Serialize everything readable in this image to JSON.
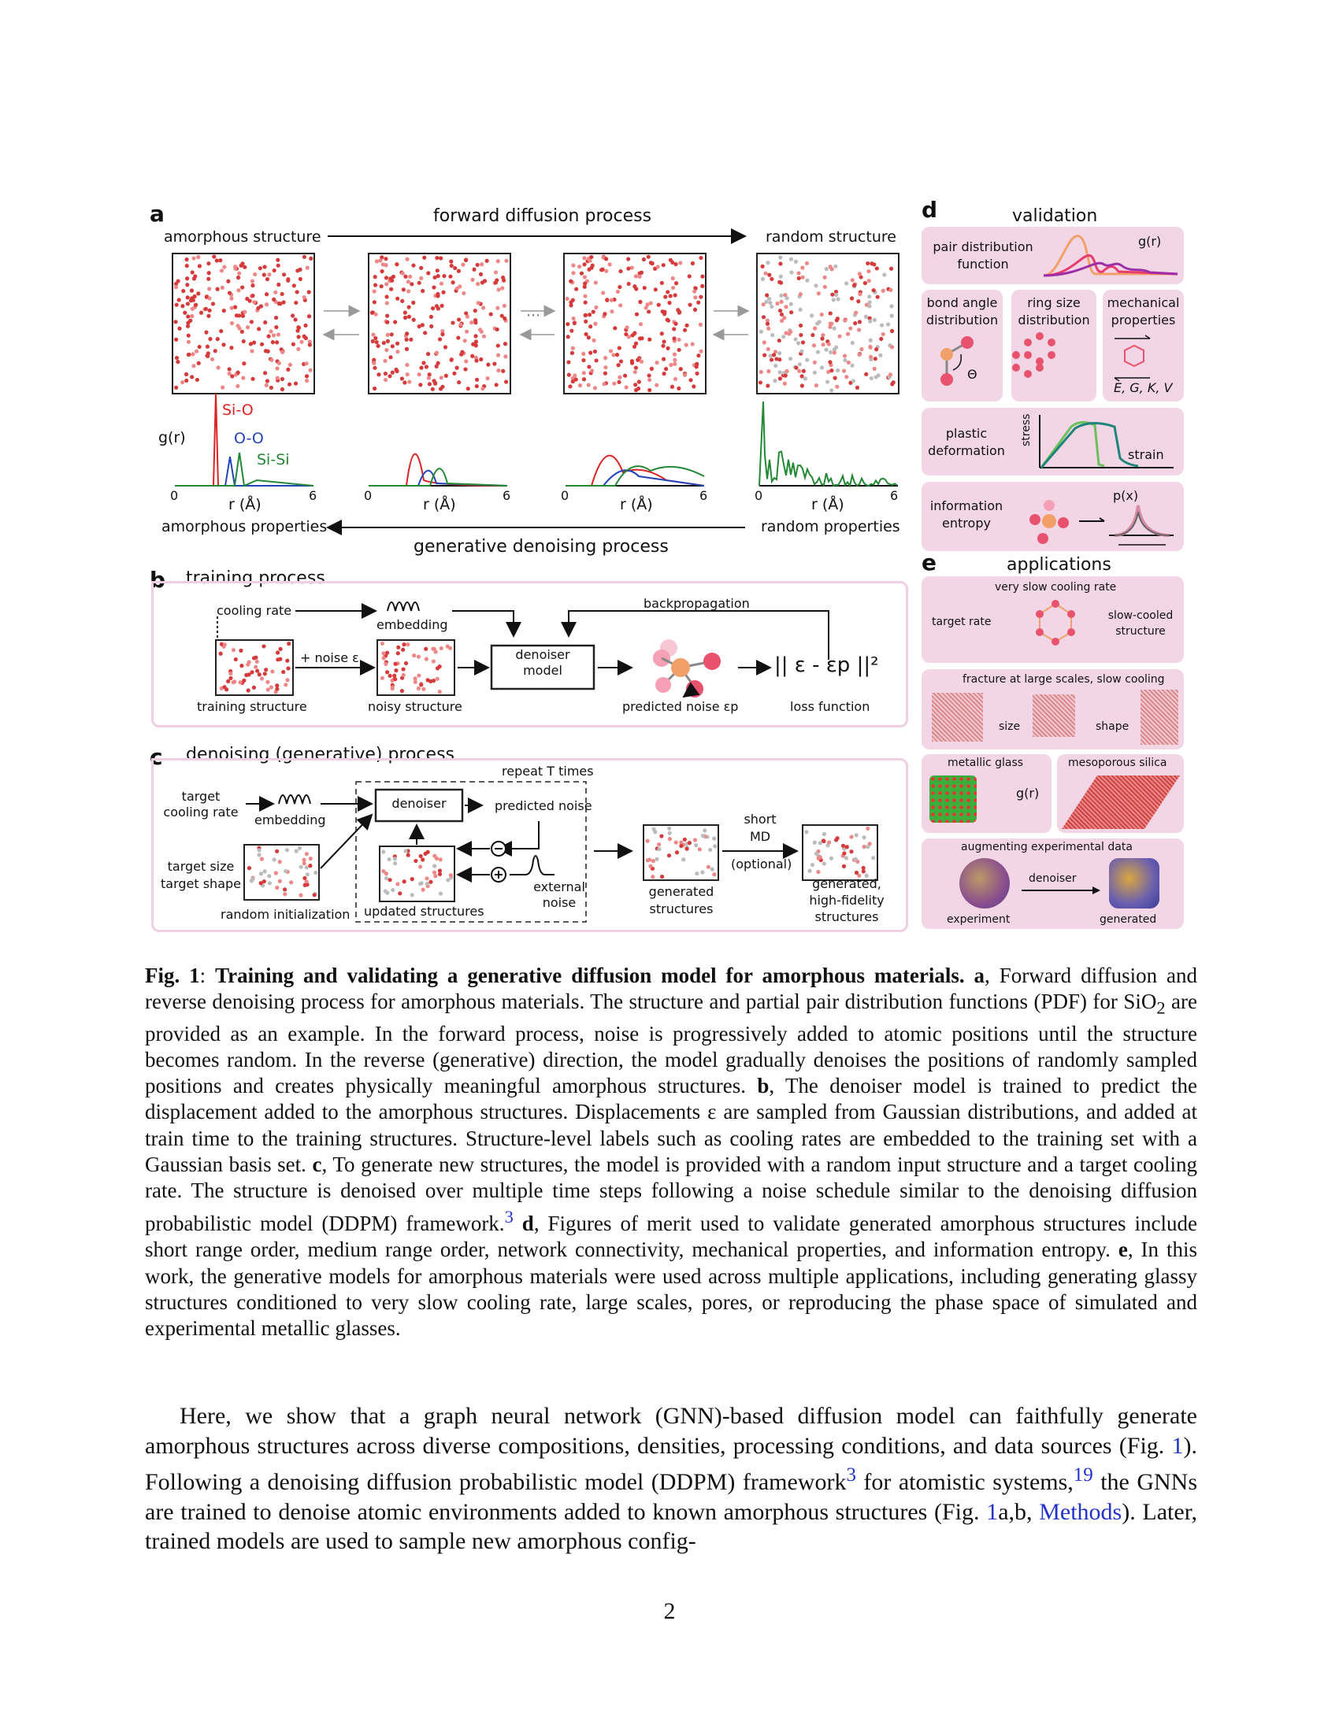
{
  "figure": {
    "panel_a": {
      "letter": "a",
      "forward_label": "forward diffusion process",
      "amorphous_structure": "amorphous structure",
      "random_structure": "random structure",
      "ellipsis": "···",
      "gr_label": "g(r)",
      "si_o": "Si-O",
      "o_o": "O-O",
      "si_si": "Si-Si",
      "xaxis_label": "r (Å)",
      "xmin": "0",
      "xmax": "6",
      "amorphous_properties": "amorphous properties",
      "random_properties": "random properties",
      "reverse_label": "generative denoising process"
    },
    "panel_b": {
      "letter": "b",
      "title": "training process",
      "cooling_rate": "cooling rate",
      "embedding": "embedding",
      "backpropagation": "backpropagation",
      "plus_noise": "+ noise ε",
      "denoiser_model": "denoiser\nmodel",
      "loss_expr": "|| ε - εp ||²",
      "training_structure": "training structure",
      "noisy_structure": "noisy structure",
      "predicted_noise": "predicted noise εp",
      "loss_function": "loss function"
    },
    "panel_c": {
      "letter": "c",
      "title": "denoising (generative) process",
      "repeat": "repeat T times",
      "target_cooling": "target\ncooling rate",
      "embedding": "embedding",
      "denoiser": "denoiser",
      "predicted_noise": "predicted noise",
      "target_size_shape": "target size\ntarget shape",
      "random_init": "random initialization",
      "updated": "updated structures",
      "external_noise": "external\nnoise",
      "generated_structures": "generated\nstructures",
      "short_md": "short\nMD",
      "optional": "(optional)",
      "generated_hf": "generated,\nhigh-fidelity\nstructures"
    },
    "panel_d": {
      "letter": "d",
      "title": "validation",
      "pdf": "pair distribution\nfunction",
      "gr": "g(r)",
      "bond_angle": "bond angle\ndistribution",
      "theta": "Θ",
      "ring_size": "ring size\ndistribution",
      "mechanical": "mechanical\nproperties",
      "moduli": "E, G, K, V",
      "plastic": "plastic\ndeformation",
      "stress": "stress",
      "strain": "strain",
      "info_entropy": "information\nentropy",
      "px": "p(x)"
    },
    "panel_e": {
      "letter": "e",
      "title": "applications",
      "very_slow": "very slow cooling rate",
      "target_rate": "target rate",
      "slow_cooled": "slow-cooled\nstructure",
      "fracture": "fracture at large scales, slow cooling",
      "size": "size",
      "shape": "shape",
      "metallic_glass": "metallic glass",
      "gr": "g(r)",
      "mesoporous": "mesoporous silica",
      "augmenting": "augmenting experimental data",
      "denoiser": "denoiser",
      "experiment": "experiment",
      "generated": "generated"
    }
  },
  "caption": {
    "fig_label": "Fig. 1",
    "title": "Training and validating a generative diffusion model for amorphous materials.",
    "text_a": "Forward diffusion and reverse denoising process for amorphous materials. The structure and partial pair distribution functions (PDF) for SiO",
    "sub2": "2",
    "text_a2": " are provided as an example. In the forward process, noise is progressively added to atomic positions until the structure becomes random. In the reverse (generative) direction, the model gradually denoises the positions of randomly sampled positions and creates physically meaningful amorphous structures.",
    "text_b": "The denoiser model is trained to predict the displacement added to the amorphous structures. Displacements ε are sampled from Gaussian distributions, and added at train time to the training structures. Structure-level labels such as cooling rates are embedded to the training set with a Gaussian basis set.",
    "text_c": "To generate new structures, the model is provided with a random input structure and a target cooling rate. The structure is denoised over multiple time steps following a noise schedule similar to the denoising diffusion probabilistic model (DDPM) framework.",
    "ref3": "3",
    "text_d": "Figures of merit used to validate generated amorphous structures include short range order, medium range order, network connectivity, mechanical properties, and information entropy.",
    "text_e": "In this work, the generative models for amorphous materials were used across multiple applications, including generating glassy structures conditioned to very slow cooling rate, large scales, pores, or reproducing the phase space of simulated and experimental metallic glasses."
  },
  "body": {
    "p1": "Here, we show that a graph neural network (GNN)-based diffusion model can faithfully generate amorphous structures across diverse compositions, densities, processing conditions, and data sources (Fig. ",
    "fig1": "1",
    "p2": "). Following a denoising diffusion probabilistic model (DDPM) framework",
    "ref3": "3",
    "p3": " for atomistic systems,",
    "ref19": "19",
    "p4": " the GNNs are trained to denoise atomic environments added to known amorphous structures (Fig. ",
    "fig1b": "1",
    "p5": "a,b, ",
    "methods": "Methods",
    "p6": "). Later, trained models are used to sample new amorphous config-"
  },
  "page_number": "2"
}
